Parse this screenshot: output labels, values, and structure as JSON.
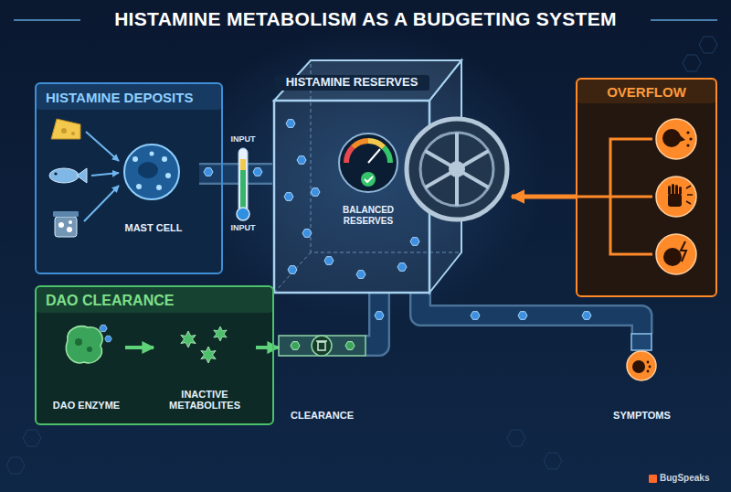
{
  "diagram": {
    "title": "HISTAMINE METABOLISM AS A BUDGETING SYSTEM",
    "nodes": [
      {
        "text": [
          "HISTAMINE DEPOSITS"
        ]
      },
      {
        "text": [
          "MAST CELL"
        ],
        "in": 0
      },
      {
        "text": [
          "HISTAMINE RESERVES"
        ]
      },
      {
        "text": [
          "BALANCED RESERVES"
        ],
        "in": 2
      },
      {
        "text": [
          "OVERFLOW"
        ]
      },
      {
        "text": [
          "DAO CLEARANCE"
        ]
      },
      {
        "text": [
          "DAO ENZYME"
        ],
        "in": 5
      },
      {
        "text": [
          "INACTIVE METABOLITES"
        ],
        "in": 5
      },
      {
        "text": [
          "CLEARANCE"
        ]
      },
      {
        "text": [
          "SYMPTOMS"
        ]
      }
    ],
    "edges": [
      {
        "from": 1,
        "to": 2,
        "arrow": "none"
      },
      {
        "from": 2,
        "to": 8,
        "arrow": "none"
      },
      {
        "from": 2,
        "to": 9,
        "arrow": "none"
      },
      {
        "from": 4,
        "to": 2,
        "arrow": "to"
      },
      {
        "from": 6,
        "to": 7,
        "arrow": "to"
      },
      {
        "from": 7,
        "to": 8,
        "arrow": "to"
      }
    ],
    "labels": [
      "INPUT",
      "INPUT",
      "BugSpeaks"
    ]
  }
}
